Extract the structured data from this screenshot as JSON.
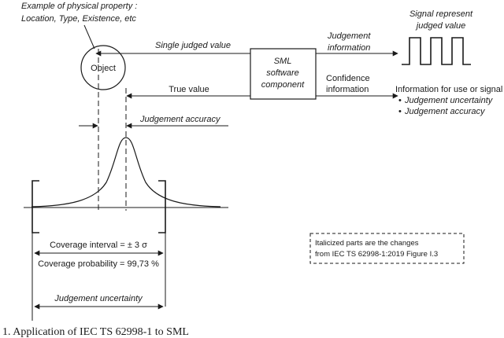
{
  "example": {
    "title": "Example of physical property :",
    "subtitle": "Location, Type, Existence, etc"
  },
  "object_label": "Object",
  "single_judged_value": "Single judged value",
  "true_value": "True value",
  "sml_box": {
    "line1": "SML",
    "line2": "software",
    "line3": "component"
  },
  "judgement_information": {
    "line1": "Judgement",
    "line2": "information"
  },
  "confidence_information": {
    "line1": "Confidence",
    "line2": "information"
  },
  "signal": {
    "line1": "Signal represent",
    "line2": "judged value"
  },
  "info_use": {
    "heading": "Information for use or signal",
    "bullet": "•",
    "items": [
      "Judgement uncertainty",
      "Judgement accuracy"
    ]
  },
  "judgement_accuracy": "Judgement accuracy",
  "coverage_interval": "Coverage interval = ± 3 σ",
  "coverage_probability": "Coverage probability = 99,73 %",
  "judgement_uncertainty": "Judgement uncertainty",
  "note": {
    "line1": "Italicized parts are the changes",
    "line2": "from IEC TS 62998-1:2019 Figure I.3"
  },
  "caption": "1. Application of IEC TS 62998-1 to SML"
}
